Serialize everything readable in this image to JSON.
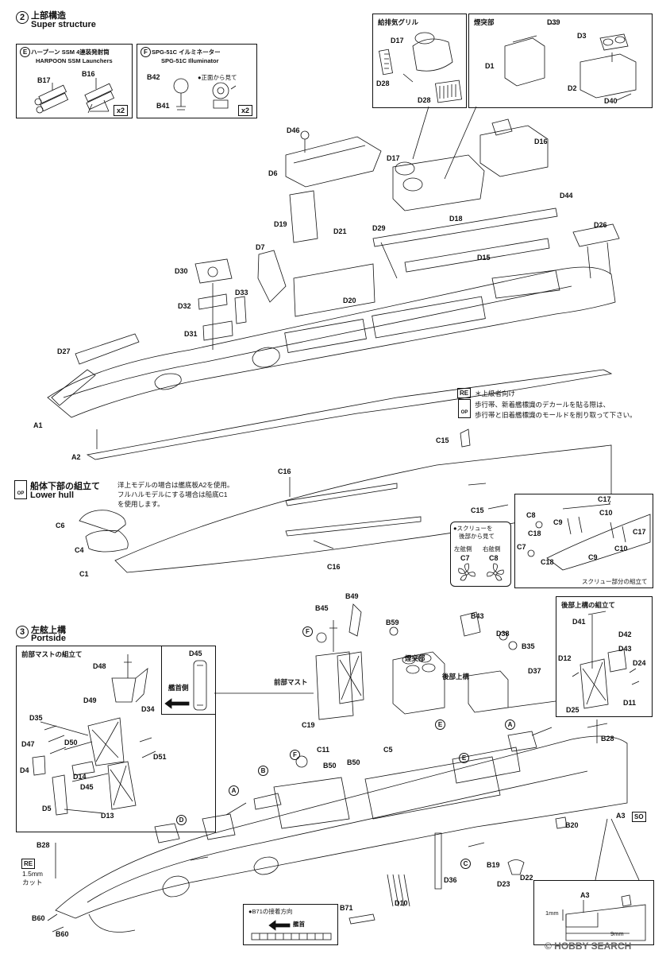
{
  "step2": {
    "number": "2",
    "title_jp": "上部構造",
    "title_en": "Super structure",
    "box_e": {
      "tag": "E",
      "title": "ハープーン SSM 4連装発射筒",
      "title_en": "HARPOON SSM Launchers",
      "parts": [
        "B17",
        "B16"
      ],
      "qty": "x2"
    },
    "box_f": {
      "tag": "F",
      "title": "SPG-51C イルミネーター",
      "title_en": "SPG-51C Illuminator",
      "parts": [
        "B42",
        "B41"
      ],
      "note": "●正面から見て",
      "qty": "x2"
    },
    "box_grill": {
      "title": "給排気グリル",
      "parts": [
        "D17",
        "D28",
        "D28"
      ]
    },
    "box_funnel": {
      "title": "煙突部",
      "parts": [
        "D39",
        "D3",
        "D1",
        "D2",
        "D40"
      ]
    },
    "parts": [
      "D46",
      "D6",
      "D17",
      "D16",
      "D44",
      "D18",
      "D19",
      "D21",
      "D29",
      "D15",
      "D26",
      "D7",
      "D30",
      "D33",
      "D20",
      "D32",
      "D31",
      "D27",
      "A1",
      "A2"
    ]
  },
  "re_note": {
    "badge_re": "RE",
    "badge_op": "OP",
    "line1": "＊上級者向け",
    "line2": "歩行帯、新着艦標識のデカールを貼る際は、",
    "line3": "歩行帯と旧着艦標識のモールドを削り取って下さい。"
  },
  "lower_hull": {
    "badge": "OP",
    "title_jp": "船体下部の組立て",
    "title_en": "Lower hull",
    "note1": "洋上モデルの場合は艦底板A2を使用。",
    "note2": "フルハルモデルにする場合は船底C1",
    "note3": "を使用します。",
    "parts": [
      "C15",
      "C16",
      "C6",
      "C4",
      "C1",
      "C16",
      "C15"
    ],
    "screw_box": {
      "parts": [
        "C17",
        "C8",
        "C10",
        "C9",
        "C18",
        "C17",
        "C7",
        "C10",
        "C9",
        "C18"
      ],
      "caption": "スクリュー部分の組立て",
      "view_note1": "●スクリューを",
      "view_note2": "後部から見て",
      "port": "左舷側",
      "starboard": "右舷側",
      "screw_left": "C7",
      "screw_right": "C8"
    }
  },
  "step3": {
    "number": "3",
    "title_jp": "左舷上構",
    "title_en": "Portside",
    "fore_mast_box": {
      "title": "前部マストの組立て",
      "parts": [
        "D48",
        "D49",
        "D34",
        "D35",
        "D50",
        "D47",
        "D4",
        "D14",
        "D51",
        "D45",
        "D5",
        "D13"
      ]
    },
    "direction_box": {
      "part": "D45",
      "label": "艦首側"
    },
    "aft_box": {
      "title": "後部上構の組立て",
      "parts": [
        "D41",
        "D42",
        "D43",
        "D12",
        "D24",
        "D25",
        "D11"
      ]
    },
    "labels": {
      "fore_mast": "前部マスト",
      "funnel": "煙突部",
      "aft_super": "後部上構"
    },
    "parts": [
      "B49",
      "B45",
      "B59",
      "B43",
      "D38",
      "B35",
      "D37",
      "C19",
      "C11",
      "C5",
      "B50",
      "B50",
      "B28",
      "A3",
      "B20",
      "B28",
      "B19",
      "D22",
      "D23",
      "D36",
      "D10",
      "B71",
      "B60",
      "B60"
    ],
    "so_badge": "SO",
    "re_cut": {
      "badge": "RE",
      "line1": "1.5mm",
      "line2": "カット"
    },
    "b71_note": {
      "line1": "●B71の接着方向",
      "line2": "艦首"
    },
    "detail_box": {
      "part": "A3",
      "dim1": "1mm",
      "dim2": "9mm"
    }
  },
  "watermark": "© HOBBY SEARCH"
}
